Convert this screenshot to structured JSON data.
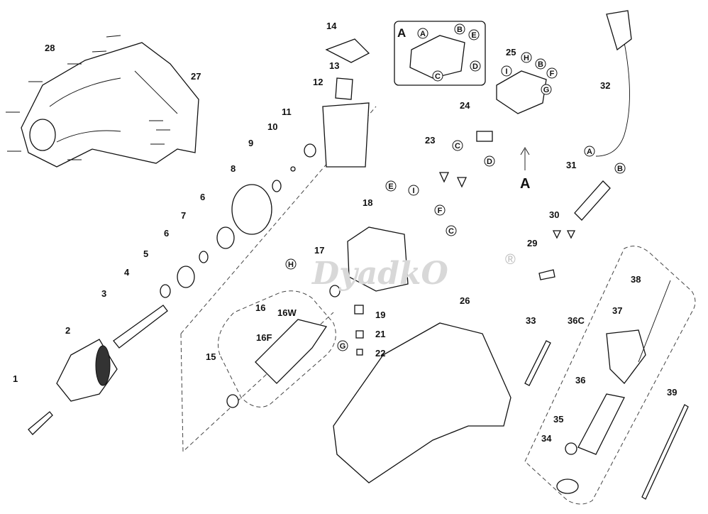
{
  "watermark": {
    "text": "DyadkO",
    "mark": "®"
  },
  "view_label": "A",
  "detail_box_label": "A",
  "parts": [
    {
      "id": "1"
    },
    {
      "id": "2"
    },
    {
      "id": "3"
    },
    {
      "id": "4"
    },
    {
      "id": "5"
    },
    {
      "id": "6"
    },
    {
      "id": "7"
    },
    {
      "id": "6"
    },
    {
      "id": "8"
    },
    {
      "id": "9"
    },
    {
      "id": "10"
    },
    {
      "id": "11"
    },
    {
      "id": "12"
    },
    {
      "id": "13"
    },
    {
      "id": "14"
    },
    {
      "id": "27"
    },
    {
      "id": "28"
    },
    {
      "id": "15"
    },
    {
      "id": "16"
    },
    {
      "id": "16W"
    },
    {
      "id": "16F"
    },
    {
      "id": "17"
    },
    {
      "id": "18"
    },
    {
      "id": "19"
    },
    {
      "id": "21"
    },
    {
      "id": "22"
    },
    {
      "id": "23"
    },
    {
      "id": "24"
    },
    {
      "id": "25"
    },
    {
      "id": "26"
    },
    {
      "id": "29"
    },
    {
      "id": "30"
    },
    {
      "id": "31"
    },
    {
      "id": "32"
    },
    {
      "id": "33"
    },
    {
      "id": "34"
    },
    {
      "id": "35"
    },
    {
      "id": "36"
    },
    {
      "id": "36C"
    },
    {
      "id": "37"
    },
    {
      "id": "38"
    },
    {
      "id": "39"
    }
  ],
  "wire_labels": [
    "A",
    "B",
    "E",
    "C",
    "D",
    "H",
    "B",
    "F",
    "I",
    "G",
    "C",
    "D",
    "E",
    "I",
    "F",
    "C",
    "H",
    "G",
    "A",
    "B"
  ]
}
